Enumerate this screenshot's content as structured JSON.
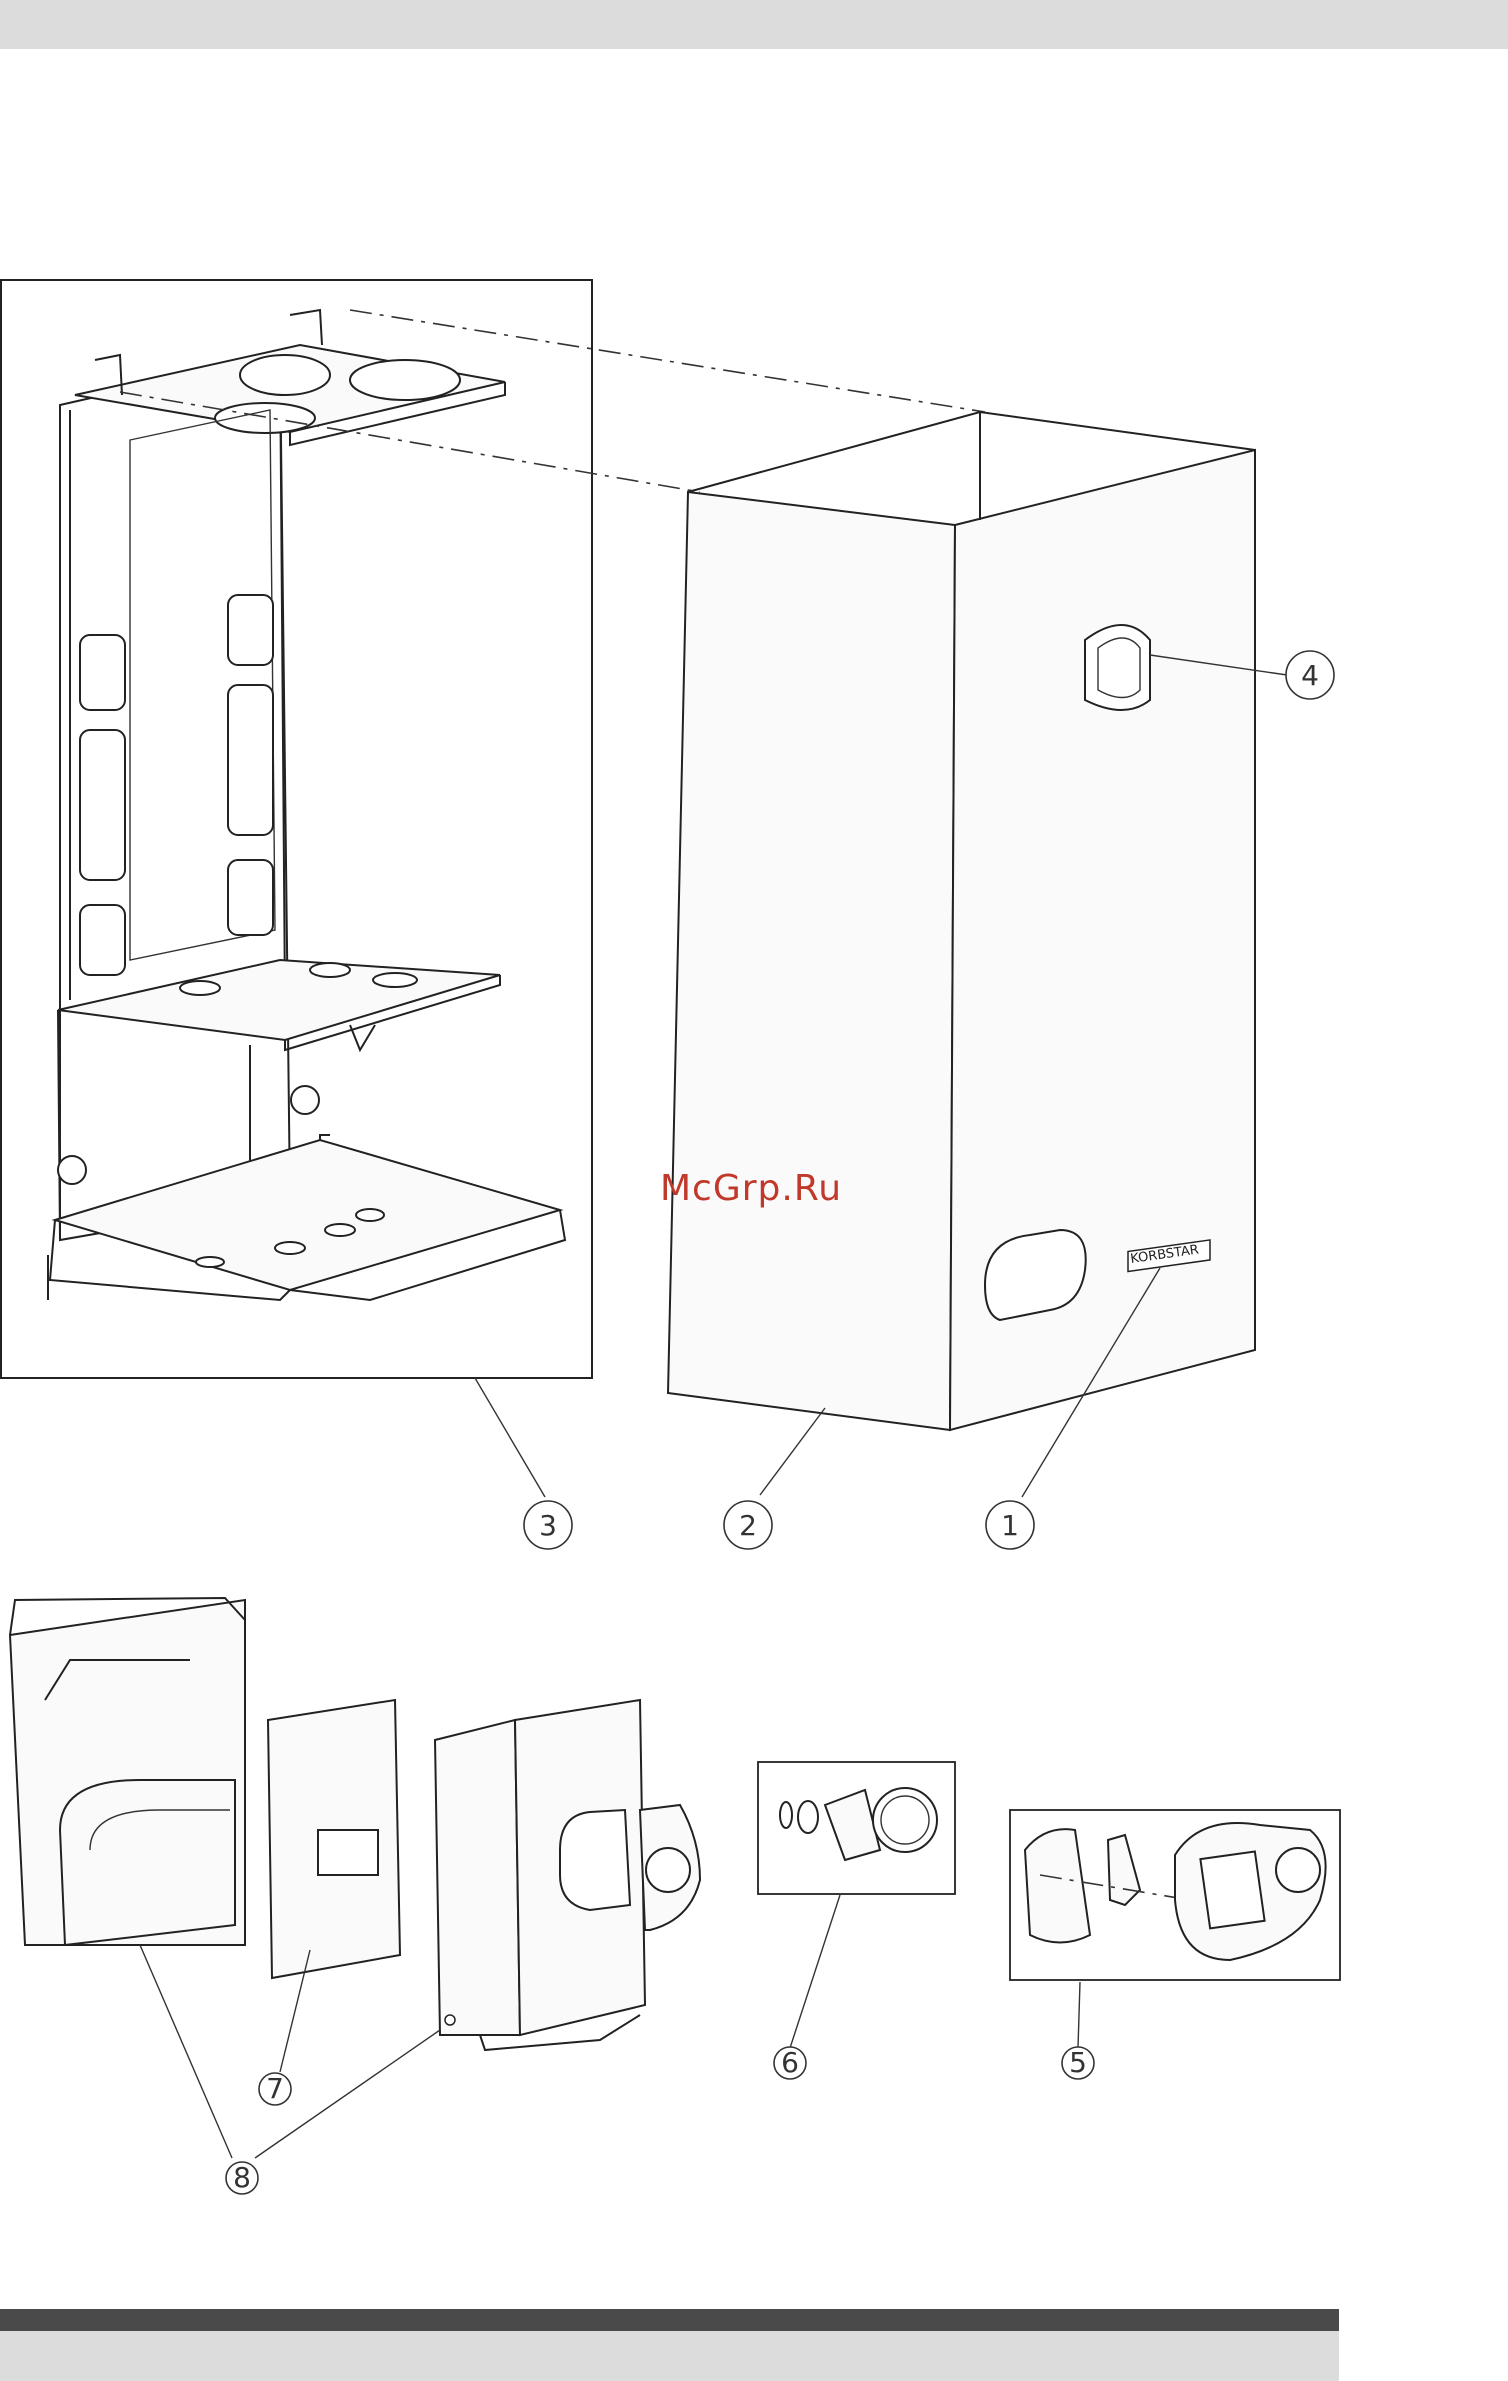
{
  "watermark": "McGrp.Ru",
  "brand_label": "KORBSTAR",
  "callouts": [
    "1",
    "2",
    "3",
    "4",
    "5",
    "6",
    "7",
    "8"
  ],
  "colors": {
    "watermark": "#c0392b",
    "bars": "#dcdcdc",
    "footer_dark": "#4a4a4a"
  }
}
